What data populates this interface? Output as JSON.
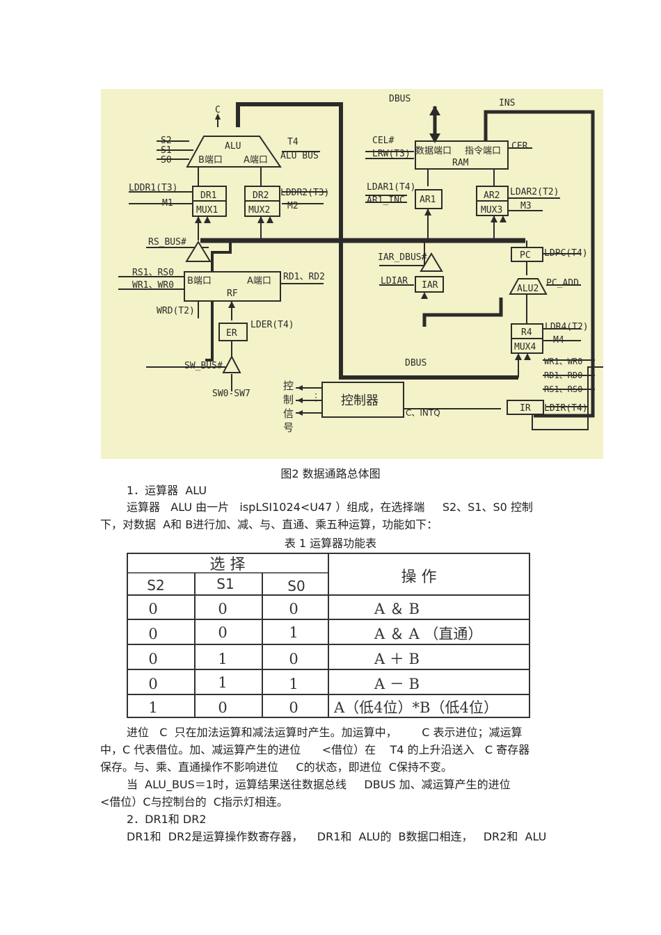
{
  "figure": {
    "labels": {
      "dbus_top": "DBUS",
      "ins": "INS",
      "c": "C",
      "s2": "S2",
      "s1": "S1",
      "s0": "S0",
      "alu": "ALU",
      "t4": "T4",
      "alu_bus": "ALU BUS",
      "alu_b_port": "B端口",
      "alu_a_port": "A端口",
      "cel": "CEL#",
      "lrw": "LRW(T3)",
      "ram_data": "数据端口",
      "ram_ins": "指令端口",
      "ram": "RAM",
      "cer": "CER",
      "lddr1": "LDDR1(T3)",
      "m1": "M1",
      "dr1": "DR1",
      "mux1": "MUX1",
      "dr2": "DR2",
      "mux2": "MUX2",
      "lddr2": "LDDR2(T3)",
      "m2": "M2",
      "ldar1": "LDAR1(T4)",
      "ar1_inc": "AR1_INC",
      "ar1": "AR1",
      "ar2": "AR2",
      "mux3": "MUX3",
      "ldar2": "LDAR2(T2)",
      "m3": "M3",
      "rs_bus": "RS_BUS#",
      "iar_dbus": "IAR_DBUS#",
      "pc": "PC",
      "ldpc": "LDPC(T4)",
      "rs1_rs0": "RS1、RS0",
      "wr1_wr0": "WR1、WR0",
      "rf_b_port": "B端口",
      "rf_a_port": "A端口",
      "rf": "RF",
      "rd1_rd2": "RD1、RD2",
      "ldiar": "LDIAR",
      "iar": "IAR",
      "alu2": "ALU2",
      "pc_add": "PC_ADD",
      "wrd": "WRD(T2)",
      "er": "ER",
      "lder": "LDER(T4)",
      "r4": "R4",
      "ldr4": "LDR4(T2)",
      "mux4": "MUX4",
      "m4": "M4",
      "sw_bus": "SW_BUS#",
      "dbus_mid": "DBUS",
      "wr1_wr0_r": "WR1、WR0",
      "rd1_rd0": "RD1、RD0",
      "rs1_rs0_r": "RS1、RS0",
      "sw0_sw7": "SW0-SW7",
      "ctrl_signal": [
        "控",
        "制",
        "信",
        "号"
      ],
      "controller": "控制器",
      "c_intq": "C、INTQ",
      "ir": "IR",
      "ldir": "LDIR(T4)"
    }
  },
  "caption": "图2 数据通路总体图",
  "sections": {
    "s1_title": "1．运算器  ALU",
    "s1_p1_l1": "运算器   ALU 由一片   ispLSI1024<U47 ）组成，在选择端     S2、S1、S0 控制",
    "s1_p1_l2": "下，对数据  A和 B进行加、减、与、直通、乘五种运算，功能如下：",
    "table_title": "表 1  运算器功能表"
  },
  "table": {
    "group_header": "选    择",
    "op_header": "操    作",
    "columns": [
      "S2",
      "S1",
      "S0"
    ],
    "rows": [
      {
        "s2": "0",
        "s1": "0",
        "s0": "0",
        "op": "A ＆ B"
      },
      {
        "s2": "0",
        "s1": "0",
        "s0": "1",
        "op": "A ＆ A （直通）"
      },
      {
        "s2": "0",
        "s1": "1",
        "s0": "0",
        "op": "A ＋ B"
      },
      {
        "s2": "0",
        "s1": "1",
        "s0": "1",
        "op": "A － B"
      },
      {
        "s2": "1",
        "s1": "0",
        "s0": "0",
        "op": "A（低4位）*B（低4位）"
      }
    ]
  },
  "paragraphs": {
    "p2_l1": "进位   C  只在加法运算和减法运算时产生。加运算中，       C 表示进位；减运算",
    "p2_l2": "中，C 代表借位。加、减运算产生的进位      <借位）在    T4 的上升沿送入   C 寄存器",
    "p2_l3": "保存。与、乘、直通操作不影响进位     C的状态，即进位  C保持不变。",
    "p3_l1": "当  ALU_BUS＝1时，运算结果送往数据总线     DBUS 加、减运算产生的进位",
    "p3_l2": "<借位）C与控制台的  C指示灯相连。",
    "s2_title": "2．DR1和 DR2",
    "p4_l1": "DR1和  DR2是运算操作数寄存器，    DR1和  ALU的  B数据口相连，   DR2和  ALU"
  }
}
